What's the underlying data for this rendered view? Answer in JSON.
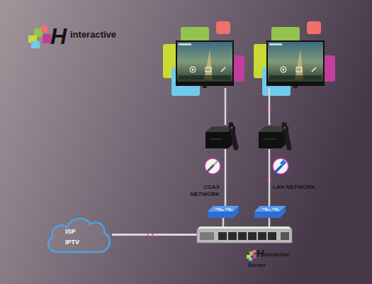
{
  "diagram": {
    "nodes": [
      {
        "text": [
          "ISP IPTV"
        ]
      },
      {
        "text": [
          "Server"
        ]
      }
    ],
    "edges": [
      {
        "from": 0,
        "to": 1,
        "arrow": "none"
      }
    ],
    "labels": [
      "H",
      "interactive",
      "COAX NETWORK",
      "LAN NETWORK",
      "H",
      "interactive"
    ]
  }
}
